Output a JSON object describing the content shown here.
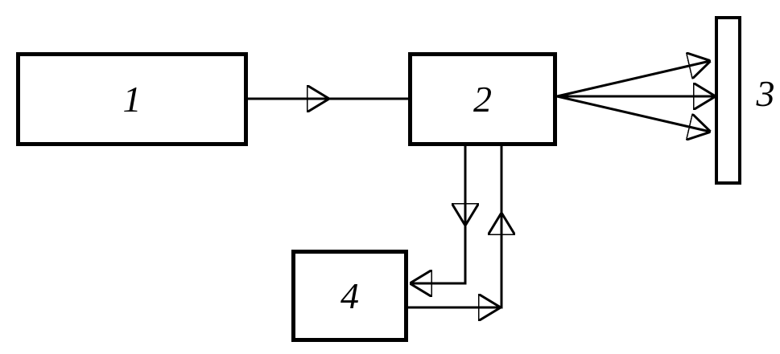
{
  "diagram": {
    "type": "block-diagram",
    "colors": {
      "line": "#000000",
      "background": "#ffffff",
      "box_fill": "#ffffff"
    },
    "boxes": {
      "b1": {
        "label": "1",
        "shape": "wide-rectangle"
      },
      "b2": {
        "label": "2",
        "shape": "rectangle"
      },
      "b3": {
        "label": "3",
        "shape": "thin-vertical-plate",
        "label_position": "right-of-box"
      },
      "b4": {
        "label": "4",
        "shape": "rectangle"
      }
    },
    "connections": [
      {
        "from": "1",
        "to": "2",
        "style": "straight-arrow",
        "arrowheads": 1
      },
      {
        "from": "2",
        "to": "3",
        "style": "three-diverging-arrows",
        "arrowheads": 3
      },
      {
        "from": "2",
        "to": "4",
        "style": "right-angle-down-then-left",
        "arrowheads": 2
      },
      {
        "from": "4",
        "to": "2",
        "style": "right-angle-right-then-up",
        "arrowheads": 2
      }
    ]
  }
}
